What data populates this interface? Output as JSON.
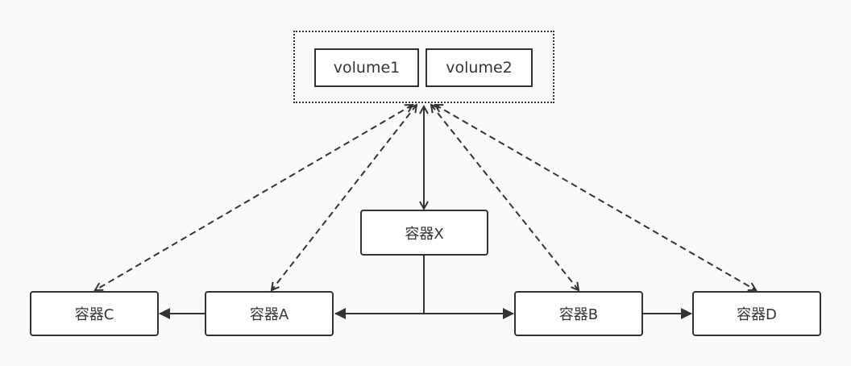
{
  "nodes": {
    "volume1": "volume1",
    "volume2": "volume2",
    "container_x": "容器X",
    "container_a": "容器A",
    "container_b": "容器B",
    "container_c": "容器C",
    "container_d": "容器D"
  },
  "colors": {
    "line": "#333333",
    "node_fill": "#ffffff",
    "background": "#fafafa"
  }
}
